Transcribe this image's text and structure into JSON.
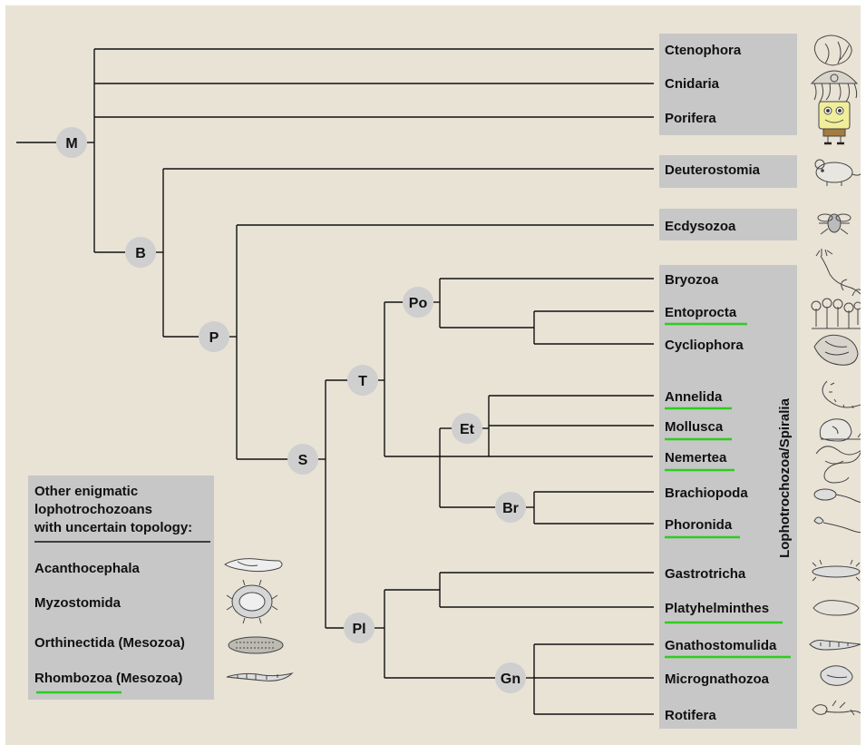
{
  "colors": {
    "background": "#e9e3d6",
    "node_fill": "#cfcfcf",
    "box_fill": "#c7c7c7",
    "highlight_underline": "#2ecc1f",
    "branch": "#111111"
  },
  "nodes": {
    "M": "M",
    "B": "B",
    "P": "P",
    "S": "S",
    "T": "T",
    "Po": "Po",
    "Et": "Et",
    "Br": "Br",
    "Pl": "Pl",
    "Gn": "Gn"
  },
  "taxa": {
    "ctenophora": "Ctenophora",
    "cnidaria": "Cnidaria",
    "porifera": "Porifera",
    "deuterostomia": "Deuterostomia",
    "ecdysozoa": "Ecdysozoa",
    "bryozoa": "Bryozoa",
    "entoprocta": "Entoprocta",
    "cycliophora": "Cycliophora",
    "annelida": "Annelida",
    "mollusca": "Mollusca",
    "nemertea": "Nemertea",
    "brachiopoda": "Brachiopoda",
    "phoronida": "Phoronida",
    "gastrotricha": "Gastrotricha",
    "platyhelminthes": "Platyhelminthes",
    "gnathostomulida": "Gnathostomulida",
    "micrognathozoa": "Micrognathozoa",
    "rotifera": "Rotifera"
  },
  "clade_label": "Lophotrochozoa/Spiralia",
  "enigmatic_box": {
    "title_line1": "Other enigmatic",
    "title_line2": "lophotrochozoans",
    "title_line3": "with uncertain topology:",
    "items": [
      {
        "name": "Acanthocephala",
        "icon": "acanthocephala-sketch"
      },
      {
        "name": "Myzostomida",
        "icon": "myzostomida-sketch"
      },
      {
        "name": "Orthinectida (Mesozoa)",
        "icon": "orthonectida-sketch"
      },
      {
        "name": "Rhombozoa",
        "suffix": " (Mesozoa)",
        "icon": "rhombozoa-sketch"
      }
    ]
  },
  "icons": {
    "ctenophora": "comb-jelly-sketch",
    "cnidaria": "jellyfish-sketch",
    "porifera": "sponge-cartoon",
    "deuterostomia": "mouse-sketch",
    "ecdysozoa": "fly-sketch",
    "bryozoa": "bryozoan-sketch",
    "entoprocta": "entoproct-sketch",
    "cycliophora": "cycliophoran-sketch",
    "annelida": "worm-sketch",
    "mollusca": "snail-sketch",
    "nemertea": "ribbon-worm-sketch",
    "brachiopoda": "lamp-shell-sketch",
    "phoronida": "horseshoe-worm-sketch",
    "gastrotricha": "gastrotrich-sketch",
    "platyhelminthes": "flatworm-sketch",
    "gnathostomulida": "jaw-worm-sketch",
    "micrognathozoa": "micrognathozoan-sketch",
    "rotifera": "rotifer-sketch"
  }
}
